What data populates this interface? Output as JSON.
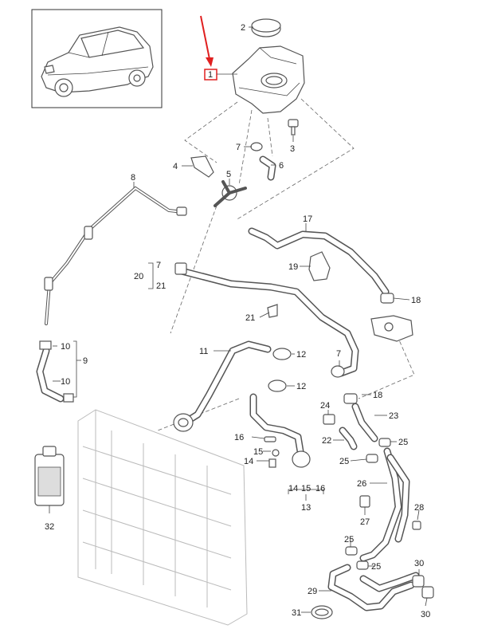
{
  "diagram": {
    "accent_color": "#e02020",
    "callouts": {
      "c1": "1",
      "c2": "2",
      "c3": "3",
      "c4": "4",
      "c5": "5",
      "c6": "6",
      "c7a": "7",
      "c7b": "7",
      "c7c": "7",
      "c8": "8",
      "c9": "9",
      "c10a": "10",
      "c10b": "10",
      "c11": "11",
      "c12a": "12",
      "c12b": "12",
      "c13": "13",
      "c14a": "14",
      "c14b": "14",
      "c15a": "15",
      "c15b": "15",
      "c16a": "16",
      "c16b": "16",
      "c17": "17",
      "c18a": "18",
      "c18b": "18",
      "c19": "19",
      "c20": "20",
      "c21a": "21",
      "c21b": "21",
      "c22": "22",
      "c23": "23",
      "c24": "24",
      "c25a": "25",
      "c25b": "25",
      "c25c": "25",
      "c25d": "25",
      "c26": "26",
      "c27": "27",
      "c28": "28",
      "c29": "29",
      "c30a": "30",
      "c30b": "30",
      "c31": "31",
      "c32": "32"
    }
  }
}
